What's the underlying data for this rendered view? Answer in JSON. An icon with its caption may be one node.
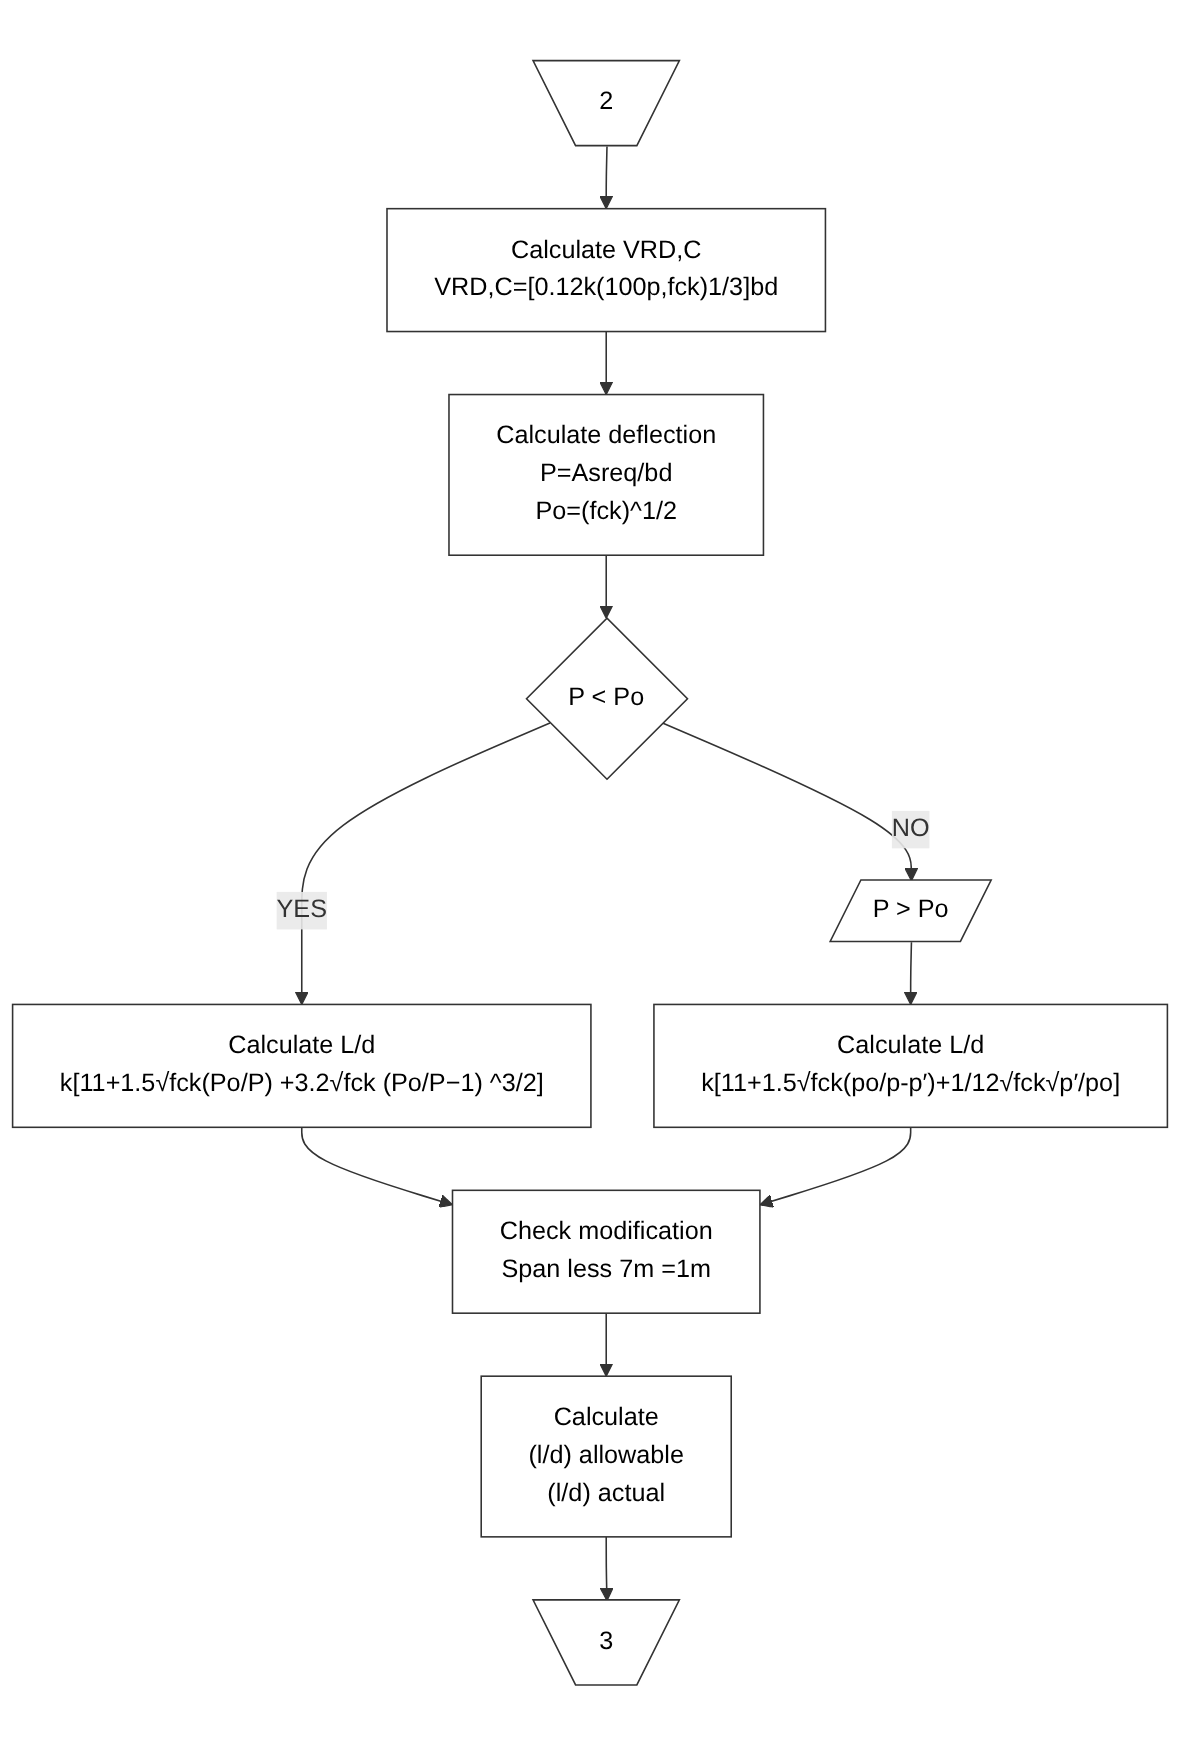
{
  "diagram": {
    "nodes": [
      {
        "text": [
          "2"
        ]
      },
      {
        "text": [
          "Calculate VRD,C",
          "VRD,C=[0.12k(100p,fck)1/3]bd"
        ]
      },
      {
        "text": [
          "Calculate deflection",
          "P=Asreq/bd",
          "Po=(fck)^1/2"
        ]
      },
      {
        "text": [
          "P < Po"
        ]
      },
      {
        "text": [
          "P > Po"
        ]
      },
      {
        "text": [
          "Calculate L/d",
          "k[11+1.5√fck(Po/P) +3.2√fck (Po/P−1) ^3/2]"
        ]
      },
      {
        "text": [
          "Calculate L/d",
          "k[11+1.5√fck(po/p-p′)+1/12√fck√p′/po]"
        ]
      },
      {
        "text": [
          "Check modification",
          "Span less 7m =1m"
        ]
      },
      {
        "text": [
          "Calculate",
          "(l/d) allowable",
          "(l/d) actual"
        ]
      },
      {
        "text": [
          "3"
        ]
      }
    ],
    "edges": [
      {
        "from": 0,
        "to": 1,
        "arrow": "to"
      },
      {
        "from": 1,
        "to": 2,
        "arrow": "to"
      },
      {
        "from": 2,
        "to": 3,
        "arrow": "to"
      },
      {
        "from": 3,
        "to": 4,
        "arrow": "to",
        "label": "NO"
      },
      {
        "from": 3,
        "to": 5,
        "arrow": "to",
        "label": "YES"
      },
      {
        "from": 4,
        "to": 6,
        "arrow": "to"
      },
      {
        "from": 5,
        "to": 7,
        "arrow": "to"
      },
      {
        "from": 6,
        "to": 7,
        "arrow": "to"
      },
      {
        "from": 7,
        "to": 8,
        "arrow": "to"
      },
      {
        "from": 8,
        "to": 9,
        "arrow": "to"
      }
    ]
  }
}
